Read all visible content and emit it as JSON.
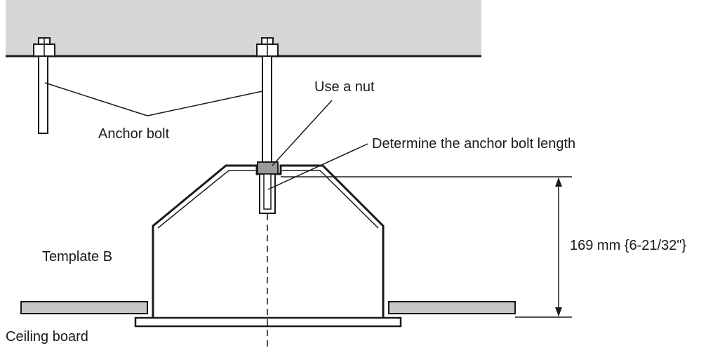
{
  "labels": {
    "anchor_bolt": "Anchor bolt",
    "use_a_nut": "Use a nut",
    "determine_length": "Determine the anchor bolt length",
    "template_b": "Template B",
    "dimension": "169 mm {6-21/32\"}",
    "ceiling_board": "Ceiling board"
  },
  "colors": {
    "stroke": "#1a1a1a",
    "slab_fill": "#d6d6d6",
    "board_fill": "#c8c8c8",
    "nut_fill": "#9a9a9a"
  }
}
